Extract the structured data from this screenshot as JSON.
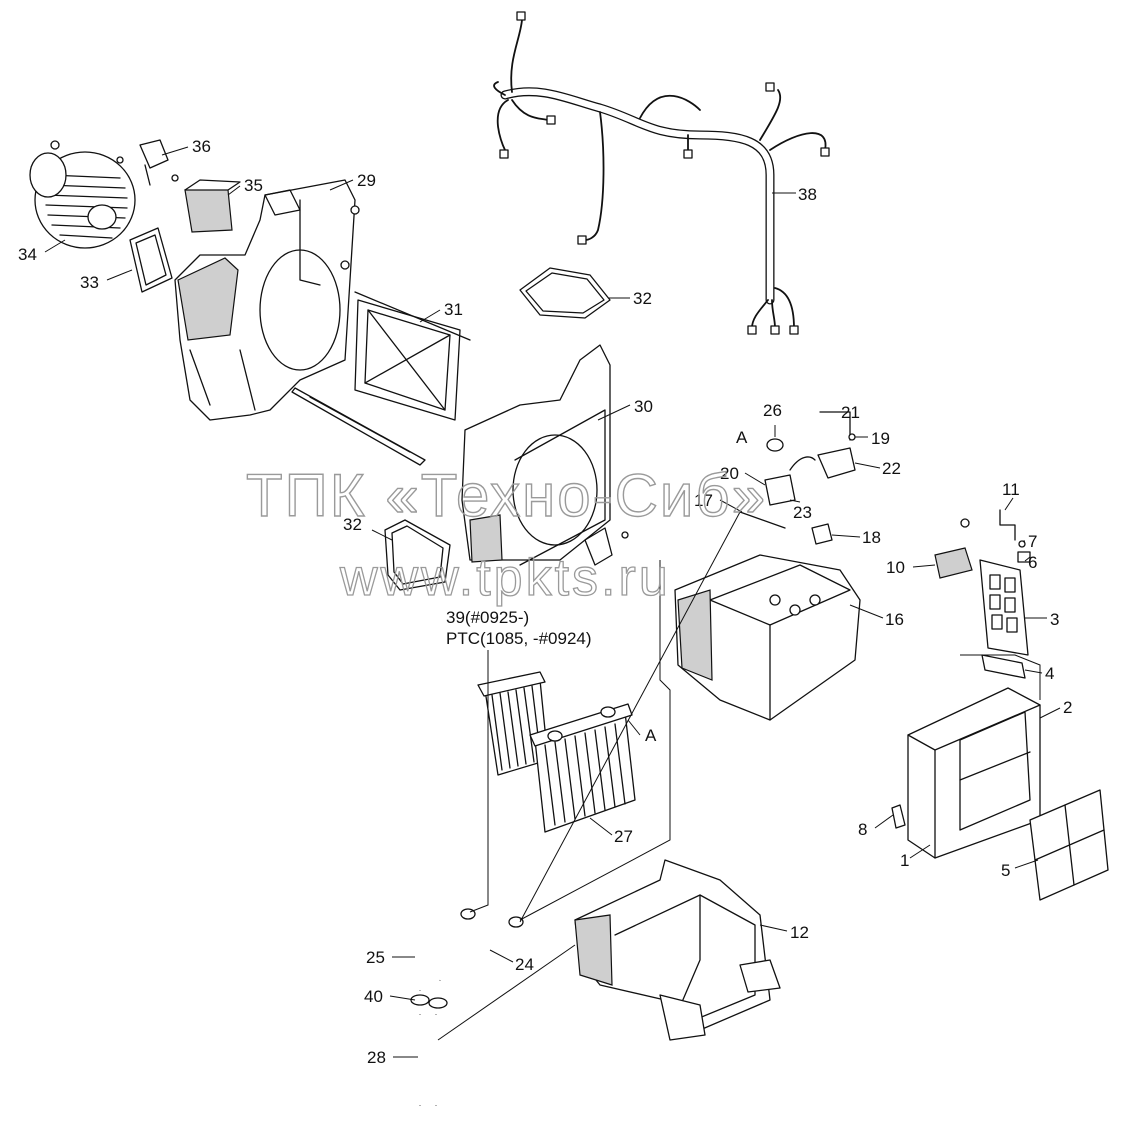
{
  "watermark": {
    "line1": "ТПК «Техно-Сиб»",
    "line2": "www.tpkts.ru"
  },
  "labels": {
    "p1": "1",
    "p2": "2",
    "p3": "3",
    "p4": "4",
    "p5": "5",
    "p6": "6",
    "p7": "7",
    "p8": "8",
    "p10": "10",
    "p11": "11",
    "p12": "12",
    "p16": "16",
    "p17": "17",
    "p18": "18",
    "p19": "19",
    "p20": "20",
    "p21": "21",
    "p22": "22",
    "p23": "23",
    "p24": "24",
    "p25": "25",
    "p26": "26",
    "p27": "27",
    "p28": "28",
    "p29": "29",
    "p30": "30",
    "p31": "31",
    "p32a": "32",
    "p32b": "32",
    "p33": "33",
    "p34": "34",
    "p35": "35",
    "p36": "36",
    "p38": "38",
    "p40": "40",
    "ref_a1": "A",
    "ref_a2": "A",
    "p39_line1": "39(#0925-)",
    "p39_line2": "PTC(1085, -#0924)"
  },
  "colors": {
    "ink": "#111111",
    "watermark": "#9a9a9a",
    "background": "#ffffff"
  }
}
